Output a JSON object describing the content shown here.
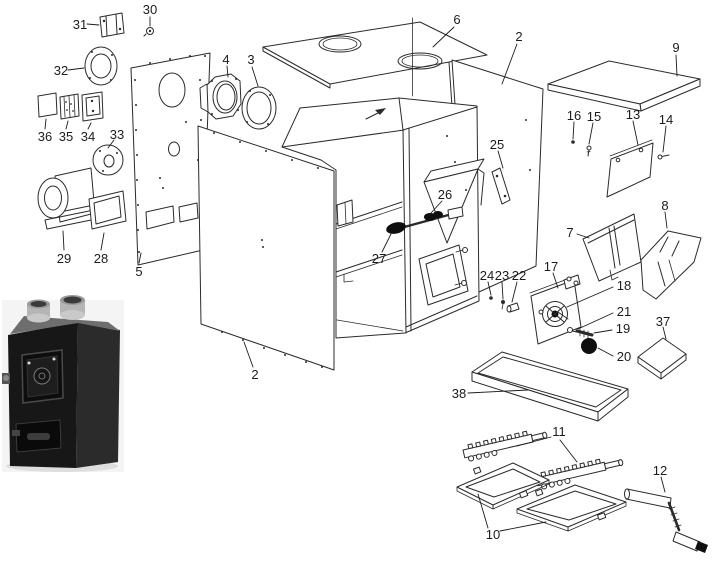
{
  "diagram": {
    "kind": "exploded-parts-diagram",
    "subject": "furnace parts illustration with assembled-unit photo"
  },
  "colors": {
    "paper": "#ffffff",
    "line": "#2b2b2b",
    "knob": "#0f0f0f",
    "photo_front": "#171717",
    "photo_side": "#2b2b2b",
    "photo_top": "#6e6e6e"
  },
  "callouts": {
    "2": "2",
    "3": "3",
    "4": "4",
    "5": "5",
    "6": "6",
    "7": "7",
    "8": "8",
    "9": "9",
    "10": "10",
    "11": "11",
    "12": "12",
    "13": "13",
    "14": "14",
    "15": "15",
    "16": "16",
    "17": "17",
    "18": "18",
    "19": "19",
    "20": "20",
    "21": "21",
    "22": "22",
    "23": "23",
    "24": "24",
    "25": "25",
    "26": "26",
    "27": "27",
    "28": "28",
    "29": "29",
    "30": "30",
    "31": "31",
    "32": "32",
    "33": "33",
    "34": "34",
    "35": "35",
    "36": "36",
    "37": "37",
    "38": "38"
  }
}
